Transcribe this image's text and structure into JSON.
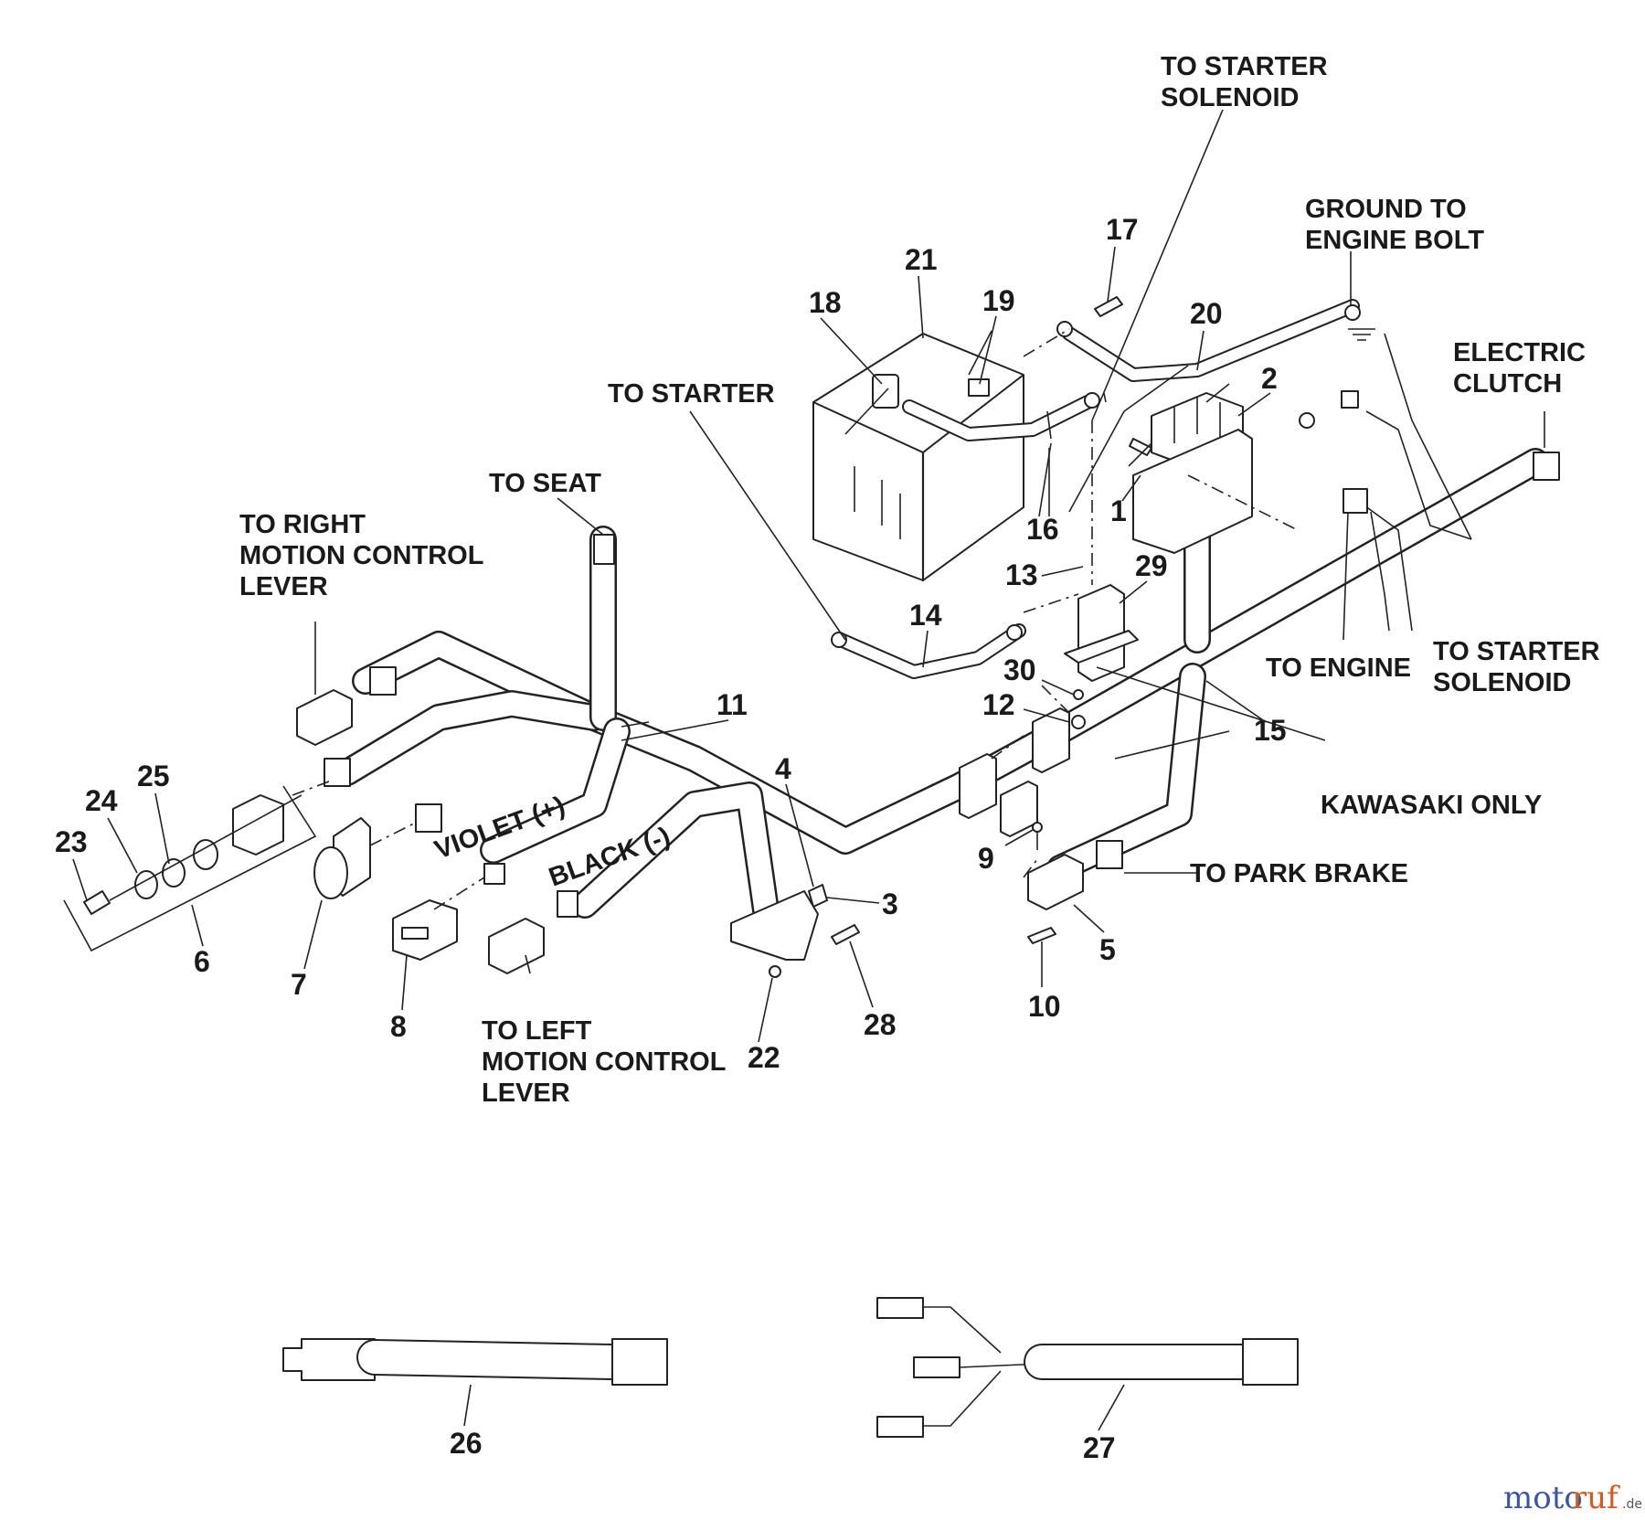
{
  "labels": {
    "to_starter_solenoid_top": [
      "TO STARTER",
      "SOLENOID"
    ],
    "ground_to_engine_bolt": [
      "GROUND TO",
      "ENGINE BOLT"
    ],
    "electric_clutch": [
      "ELECTRIC",
      "CLUTCH"
    ],
    "to_starter": "TO STARTER",
    "to_seat": "TO SEAT",
    "to_right_motion_control_lever": [
      "TO RIGHT",
      "MOTION CONTROL",
      "LEVER"
    ],
    "to_engine": "TO ENGINE",
    "to_starter_solenoid_right": [
      "TO STARTER",
      "SOLENOID"
    ],
    "kawasaki_only": "KAWASAKI ONLY",
    "to_park_brake": "TO PARK BRAKE",
    "violet": "VIOLET (+)",
    "black": "BLACK (-)",
    "to_left_motion_control_lever": [
      "TO LEFT",
      "MOTION CONTROL",
      "LEVER"
    ]
  },
  "callouts": {
    "n1": "1",
    "n2": "2",
    "n3": "3",
    "n4": "4",
    "n5": "5",
    "n6": "6",
    "n7": "7",
    "n8": "8",
    "n9": "9",
    "n10": "10",
    "n11": "11",
    "n12": "12",
    "n13": "13",
    "n14": "14",
    "n15": "15",
    "n16": "16",
    "n17": "17",
    "n18": "18",
    "n19": "19",
    "n20": "20",
    "n21": "21",
    "n22": "22",
    "n23": "23",
    "n24": "24",
    "n25": "25",
    "n26": "26",
    "n27": "27",
    "n28": "28",
    "n29": "29",
    "n30": "30"
  },
  "watermark": {
    "part1": "moto",
    "part2": "ruf",
    "suffix": ".de"
  }
}
